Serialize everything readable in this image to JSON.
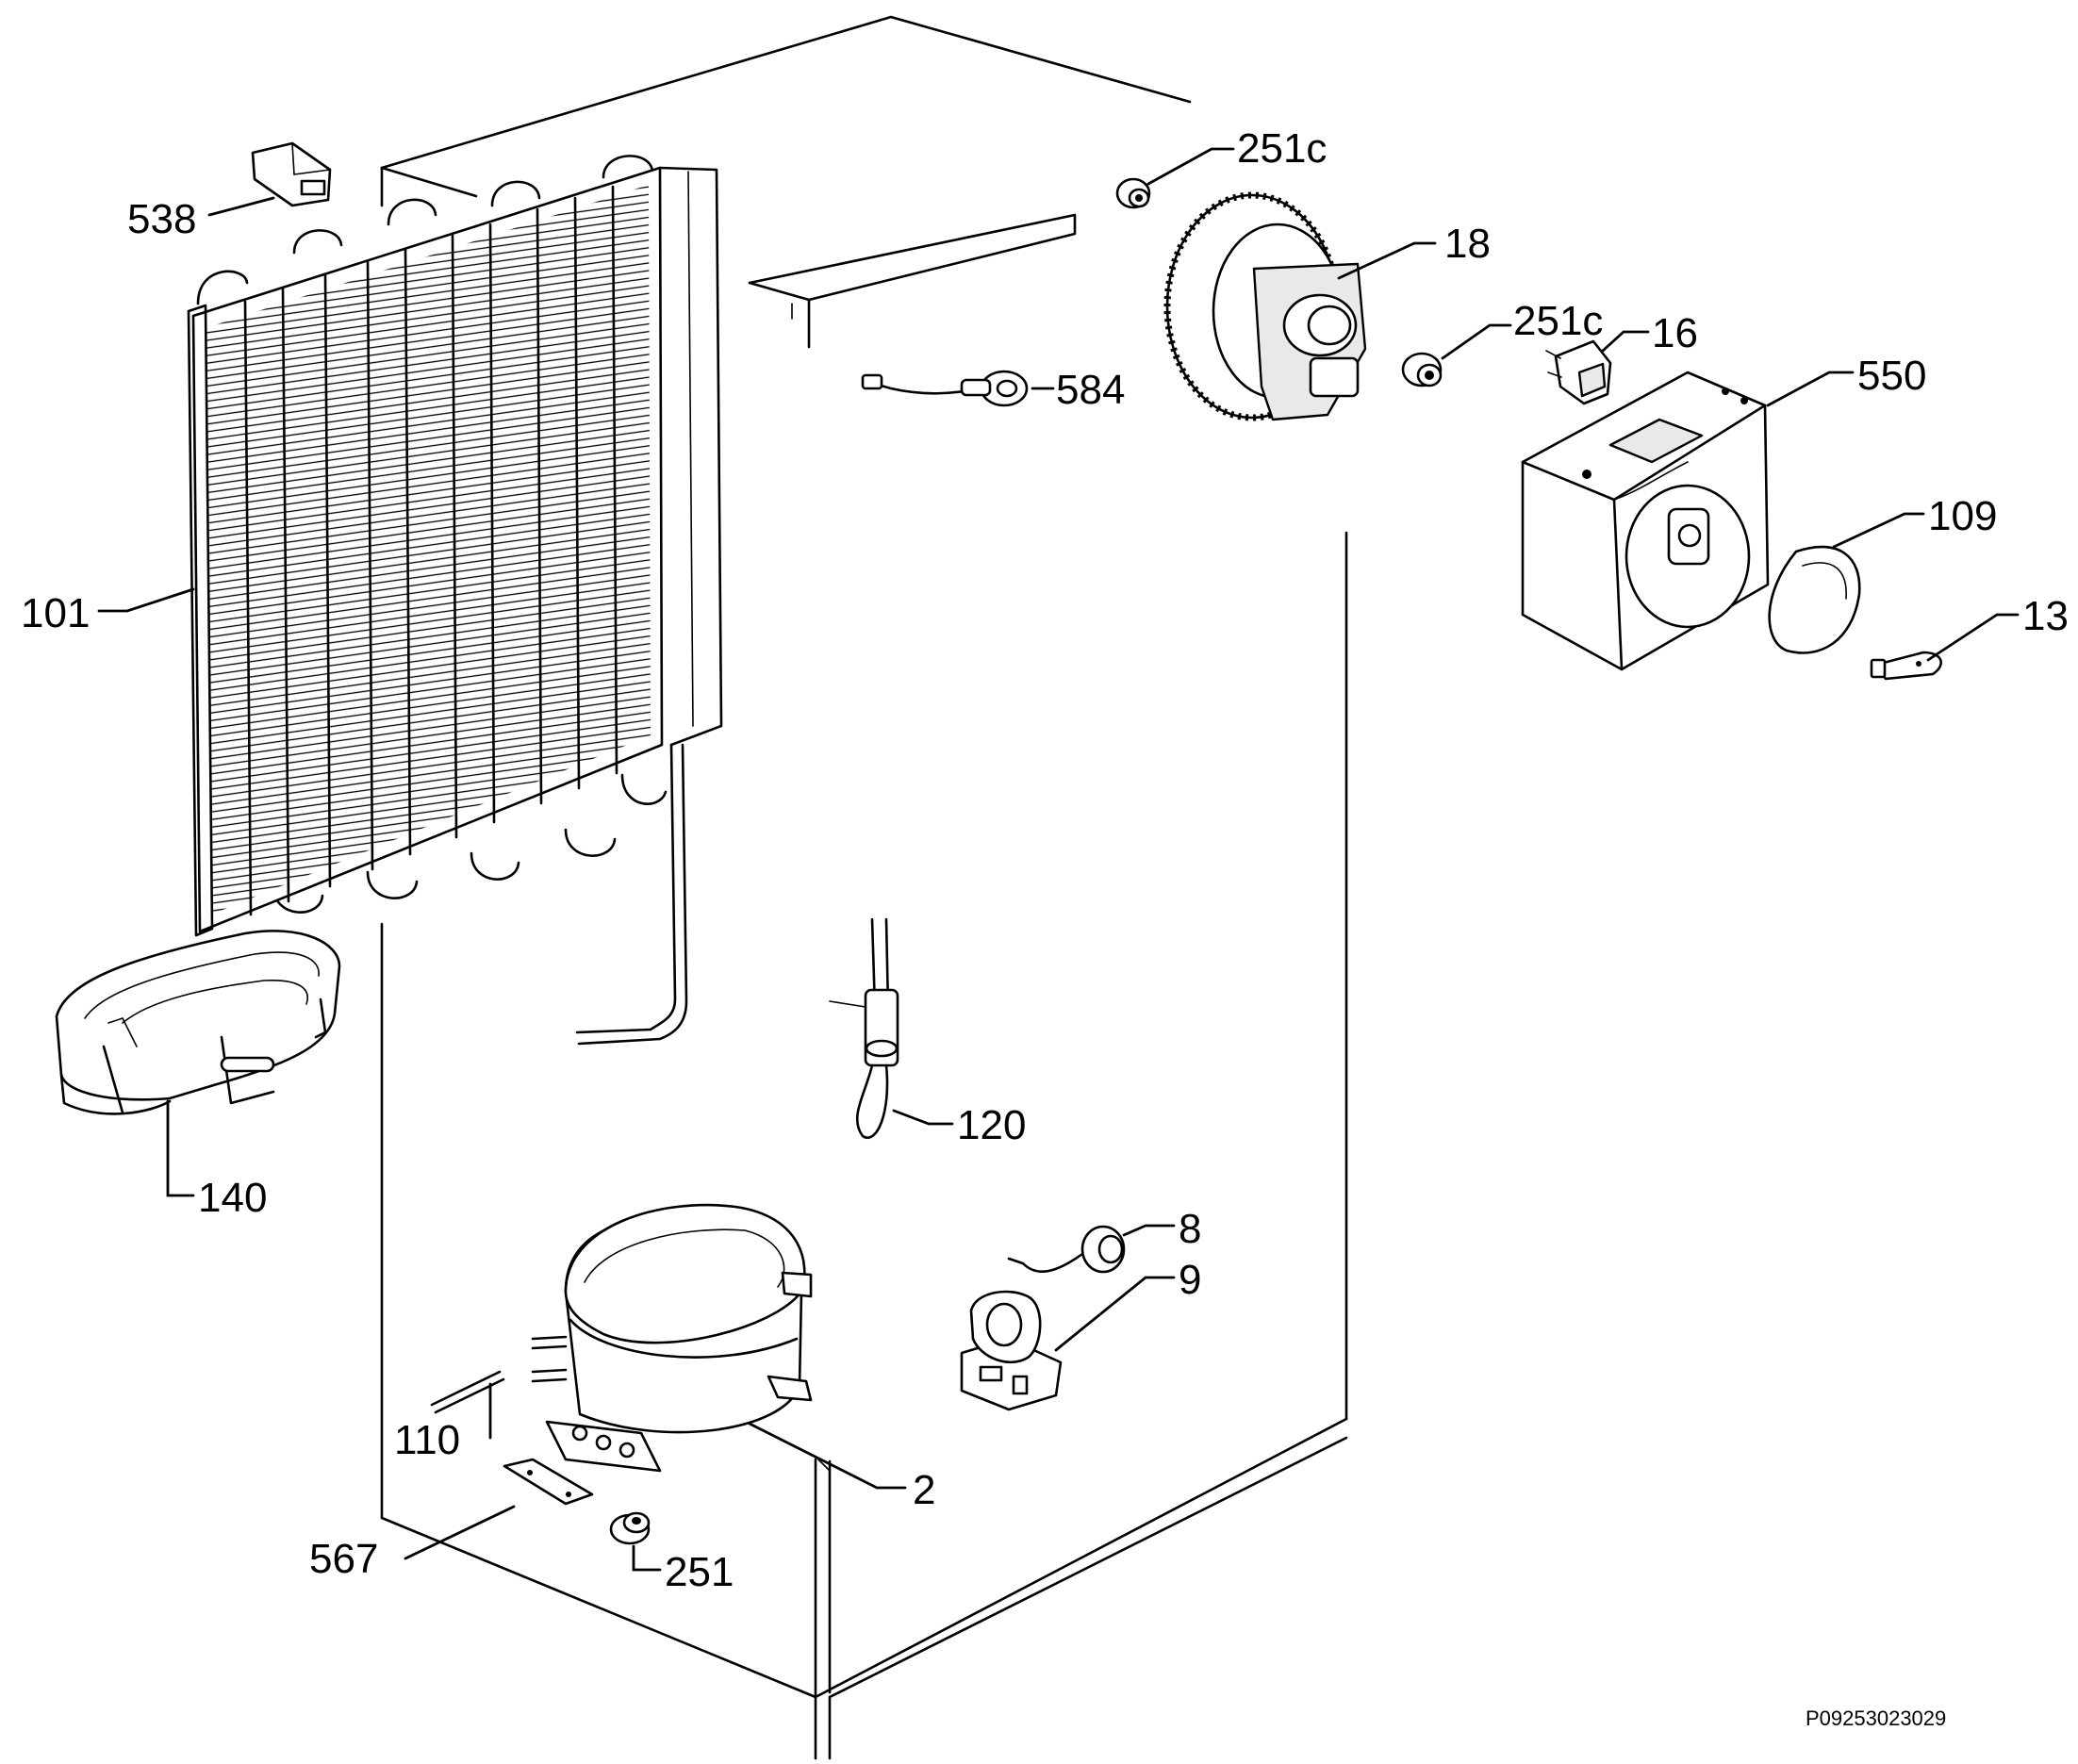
{
  "drawing_code": "P09253023029",
  "callouts": [
    {
      "id": "538",
      "text": "538"
    },
    {
      "id": "251c_top",
      "text": "251c"
    },
    {
      "id": "18",
      "text": "18"
    },
    {
      "id": "251c_mid",
      "text": "251c"
    },
    {
      "id": "16",
      "text": "16"
    },
    {
      "id": "584",
      "text": "584"
    },
    {
      "id": "550",
      "text": "550"
    },
    {
      "id": "109",
      "text": "109"
    },
    {
      "id": "13",
      "text": "13"
    },
    {
      "id": "101",
      "text": "101"
    },
    {
      "id": "120",
      "text": "120"
    },
    {
      "id": "140",
      "text": "140"
    },
    {
      "id": "8",
      "text": "8"
    },
    {
      "id": "9",
      "text": "9"
    },
    {
      "id": "110",
      "text": "110"
    },
    {
      "id": "2",
      "text": "2"
    },
    {
      "id": "567",
      "text": "567"
    },
    {
      "id": "251",
      "text": "251"
    }
  ]
}
